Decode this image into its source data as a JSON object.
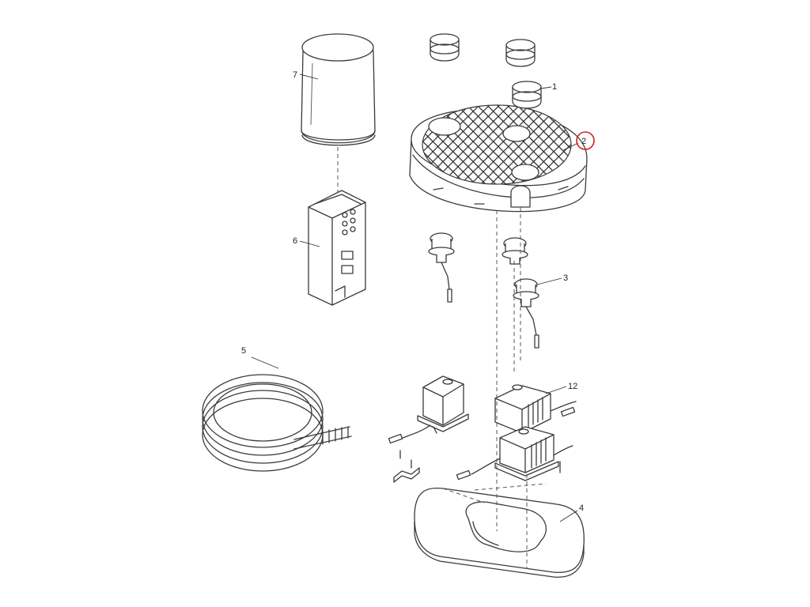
{
  "callouts": [
    "1",
    "2",
    "3",
    "4",
    "5",
    "6",
    "7",
    "12"
  ],
  "highlighted_callout": "2",
  "colors": {
    "highlight": "#cc2222",
    "line": "#3a3a3a"
  }
}
